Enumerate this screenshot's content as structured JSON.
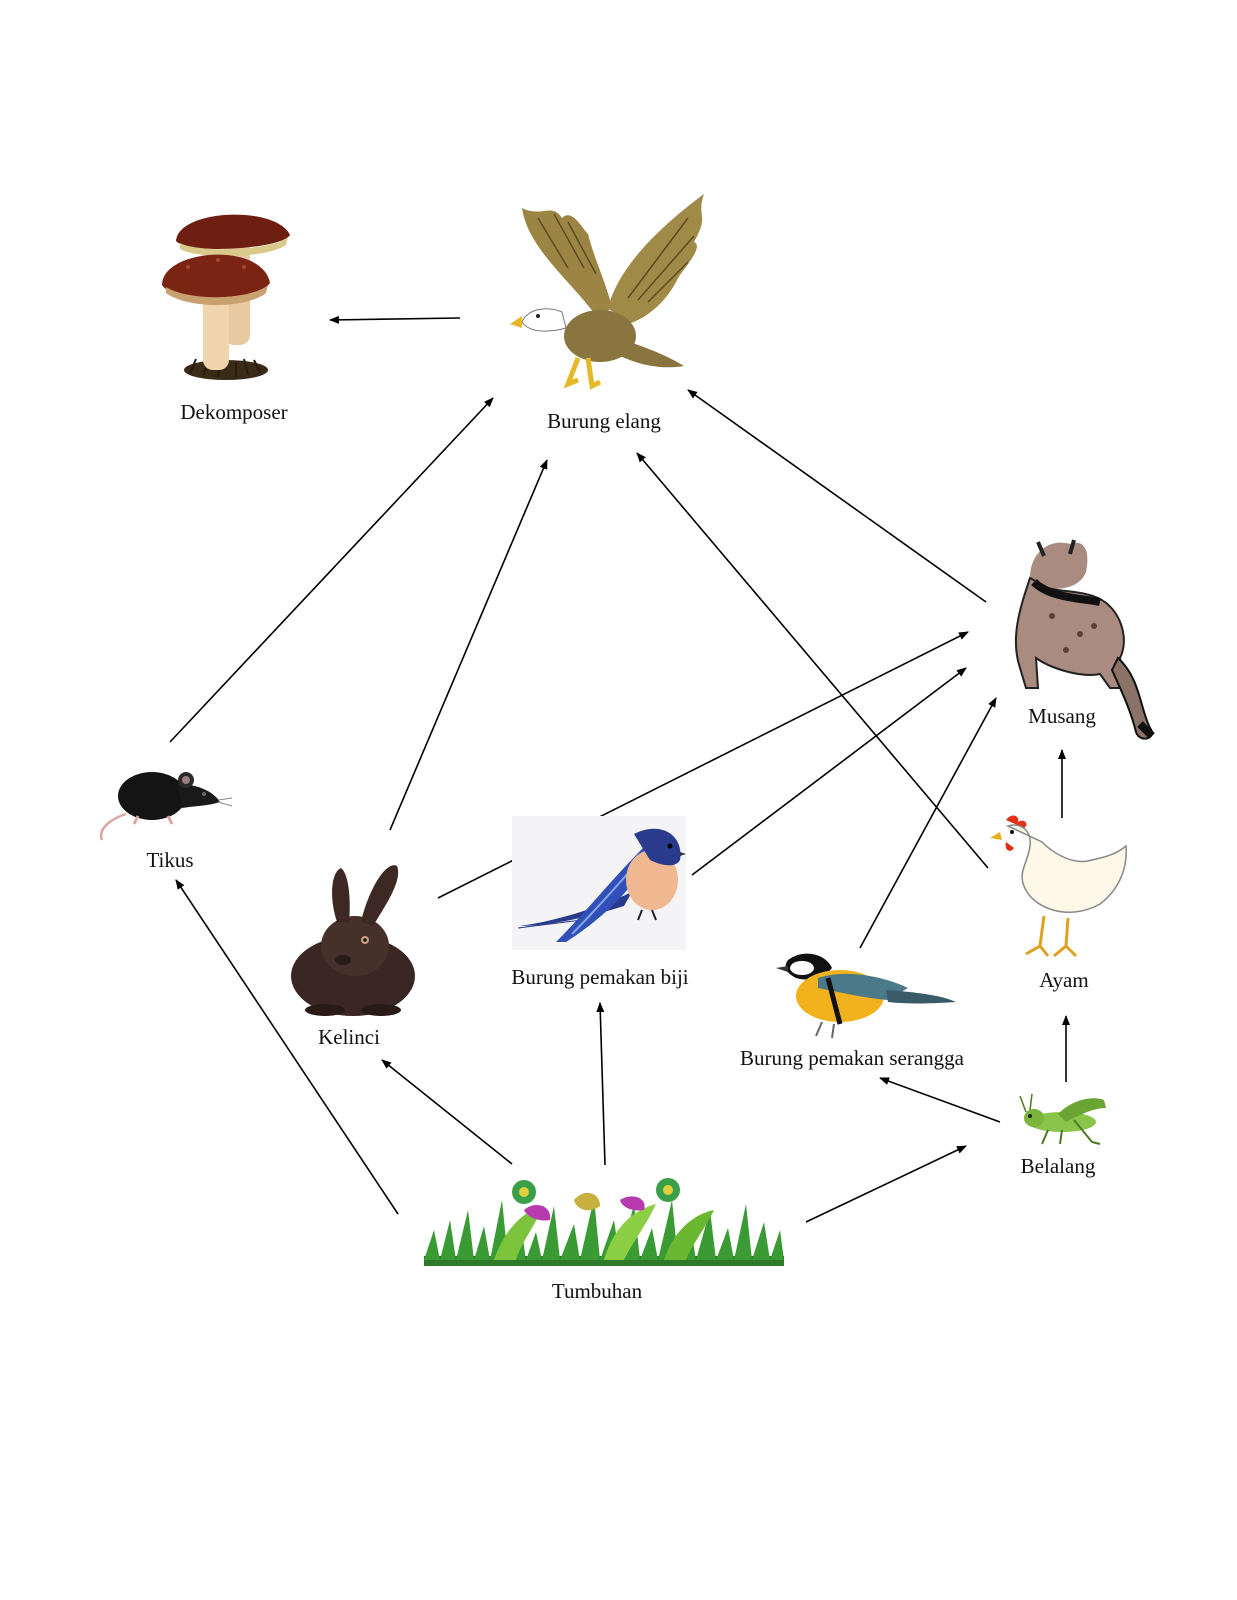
{
  "nodes": {
    "dekomposer": {
      "label": "Dekomposer",
      "icon": "mushroom-icon"
    },
    "burung_elang": {
      "label": "Burung elang",
      "icon": "eagle-icon"
    },
    "musang": {
      "label": "Musang",
      "icon": "civet-icon"
    },
    "tikus": {
      "label": "Tikus",
      "icon": "mouse-icon"
    },
    "kelinci": {
      "label": "Kelinci",
      "icon": "rabbit-icon"
    },
    "burung_pemakan_biji": {
      "label": "Burung pemakan biji",
      "icon": "swallow-icon"
    },
    "burung_pemakan_serangga": {
      "label": "Burung pemakan serangga",
      "icon": "great-tit-icon"
    },
    "ayam": {
      "label": "Ayam",
      "icon": "hen-icon"
    },
    "belalang": {
      "label": "Belalang",
      "icon": "grasshopper-icon"
    },
    "tumbuhan": {
      "label": "Tumbuhan",
      "icon": "plants-icon"
    }
  },
  "edges": [
    {
      "from": "burung_elang",
      "to": "dekomposer"
    },
    {
      "from": "tikus",
      "to": "burung_elang"
    },
    {
      "from": "kelinci",
      "to": "burung_elang"
    },
    {
      "from": "ayam",
      "to": "burung_elang"
    },
    {
      "from": "musang",
      "to": "burung_elang"
    },
    {
      "from": "kelinci",
      "to": "musang"
    },
    {
      "from": "burung_pemakan_biji",
      "to": "musang"
    },
    {
      "from": "burung_pemakan_serangga",
      "to": "musang"
    },
    {
      "from": "ayam",
      "to": "musang"
    },
    {
      "from": "belalang",
      "to": "ayam"
    },
    {
      "from": "belalang",
      "to": "burung_pemakan_serangga"
    },
    {
      "from": "tumbuhan",
      "to": "belalang"
    },
    {
      "from": "tumbuhan",
      "to": "burung_pemakan_biji"
    },
    {
      "from": "tumbuhan",
      "to": "kelinci"
    },
    {
      "from": "tumbuhan",
      "to": "tikus"
    }
  ],
  "colors": {
    "arrow": "#000000",
    "text": "#111111",
    "background": "#ffffff"
  }
}
